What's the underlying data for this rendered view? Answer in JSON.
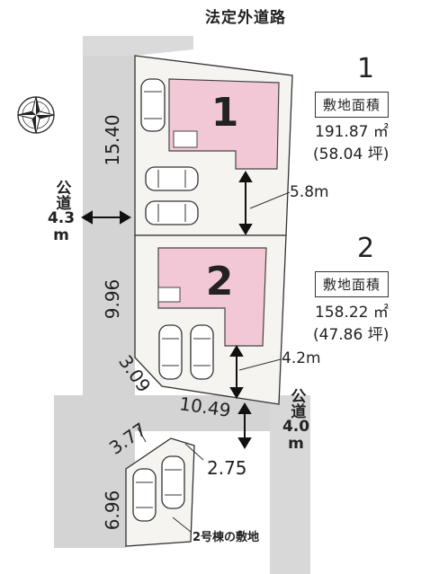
{
  "road_top": "法定外道路",
  "road_west": {
    "label": "公道",
    "width": "4.3",
    "unit": "m"
  },
  "road_south": {
    "label": "公道",
    "width": "4.0",
    "unit": "m"
  },
  "lot1": {
    "number": "1",
    "area_label": "敷地面積",
    "area_sqm": "191.87 ㎡",
    "area_tsubo": "(58.04 坪)",
    "west_edge": "15.40",
    "setback": "5.8m"
  },
  "lot2": {
    "number": "2",
    "area_label": "敷地面積",
    "area_sqm": "158.22 ㎡",
    "area_tsubo": "(47.86 坪)",
    "west_edge": "9.96",
    "corner_edge": "3.09",
    "south_edge": "10.49",
    "setback": "4.2m"
  },
  "parking": {
    "edge_a": "3.77",
    "edge_b": "2.75",
    "edge_c": "6.96",
    "caption": "2号棟の敷地"
  },
  "colors": {
    "road": "#d3d3d3",
    "lot": "#f6f5f1",
    "house": "#f3c8d6",
    "line": "#333333"
  },
  "icons": [
    "compass-rose-icon",
    "car-icon",
    "double-arrow-icon"
  ]
}
